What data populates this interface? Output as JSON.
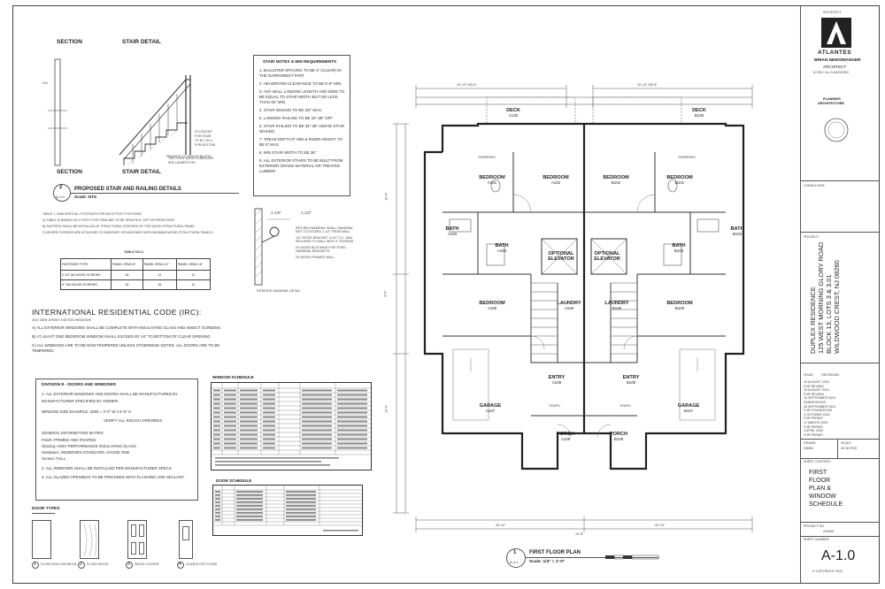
{
  "details": {
    "section_heading_top": "SECTION",
    "stair_heading_top": "STAIR DETAIL",
    "section_heading_bottom": "SECTION",
    "stair_heading_bottom": "STAIR DETAIL",
    "stair_notes_1": "2X LEDGER FOR STAIR TO BE 1/4 IN FOR OF STAIRS",
    "stair_notes_2": "TRE THICK WOOD STAIRCASE",
    "stair_notes_3": "PROVIDE 2X THRUST BLOCK",
    "detail_number": "2",
    "detail_sheet": "A-1.0",
    "detail_title": "PROPOSED STAIR AND RAILING DETAILS",
    "detail_scale": "Scale: NTS"
  },
  "stair_requirements": {
    "title": "STAIR NOTES & MIN REQUIREMENTS",
    "items": [
      "1. BALUSTER SPACING TO BE 4\" (CLEAR) IN THE NARROWEST PART",
      "2. HEADROOM CLEARANCE TO BE 6'-8\" MIN.",
      "3. ANY WALL LANDING LENGTH AND WIDE TO BE EQUAL TO STAIR WIDTH BUT NO LESS THAN 36\" MIN.",
      "4. STAIR NOSING TO BE 3/4\" MAX.",
      "5. LANDING RAILING TO BE 34\"-38\" OFF",
      "6. STAIR RAILING TO BE 34\"-38\" ABOVE STAIR NOSING",
      "7. TREAD DEPTH 9\" MIN & RISER HEIGHT TO BE 8\" MAX.",
      "8. MIN STAIR WIDTH TO BE 36\"",
      "9. ALL EXTERIOR STAIRS TO BE BUILT FROM EXTERIOR GRADE MATERIAL OR TREATED LUMBER"
    ]
  },
  "table_notes": {
    "lines": [
      "TABLE 1. INDICATES ALL FOOTINGS FOR DECK POST FOOTINGS",
      "A) TABLE IS BASED ON 4 FOOT POST SPACING TO BE SPACED 8' OFF ON FROM ROOF",
      "B) RAFTERS SHALL BE INSTALLED AT STRUCTURAL CENTERS OF THE WOOD STRUCTURAL PANEL",
      "C) WHERE SCREWS ARE ATTACHED TO MASONRY OR MASONRY WITH MINIMUM WOOD STRUCTURAL PANELS"
    ],
    "fastener_title": "TABLE 602.3",
    "fastener_header": [
      "FASTENER TYPE",
      "PANEL SPAN 8\"",
      "PANEL SPAN 12\"",
      "PANEL SPAN 16\""
    ],
    "fastener_rows": [
      [
        "2 1/2\" 8d WOOD SCREWS",
        "16",
        "12",
        "12"
      ],
      [
        "3\" 10d WOOD SCREWS",
        "16",
        "16",
        "12"
      ]
    ]
  },
  "handrail": {
    "dim_a": "1-1/2\"",
    "dim_b": "1-1/2\"",
    "notes": [
      "RETURN HANDRAIL SHALL HANDRAIL NOT TO EXCEED 1-1/2\" FROM WALL",
      "1/4\" WOOD BRACKET 4-1/2\" O.C. MAX SECURED TO WALL WITH 3\" SCREWS",
      "2X WOOD BLOCKING FOR STEEL HANDRAIL BRACKETS",
      "2X WOOD FRAMED WALL"
    ],
    "caption": "INTERIOR HANDRAIL DETAIL"
  },
  "irc": {
    "title": "INTERNATIONAL RESIDENTIAL CODE (IRC):",
    "subtitle": "2021 NEW JERSEY EDITION WINDOWS",
    "items": [
      "A) ALL EXTERIOR WINDOWS SHALL BE COMPLETE WITH INSULATING GLASS AND INSECT SCREENS.",
      "B) AT LEAST ONE BEDROOM WINDOW SHALL EXCEED BY 44\" TO BOTTOM OF CLEAR OPENING",
      "C) ALL WINDOWS ARE TO BE NON-TEMPERED UNLESS OTHERWISE NOTED. ALL DOORS ARE TO BE TEMPERED."
    ]
  },
  "divisions": {
    "title": "DIVISION 8 - DOORS AND WINDOWS",
    "lines": [
      "1. ALL EXTERIOR WINDOWS AND DOORS SHALL BE MANUFACTURED BY",
      "MANUFACTURER SPECIFIED BY OWNER.",
      "WINDOW SIZE EXAMPLE:   3050 = 3'-0\" W x 5'-0\" H",
      "VERIFY ALL ROUGH OPENINGS",
      "GENERAL INFORMATION MATRIX",
      "Finish: PRIMED AND PAINTED",
      "Glazing: HIGH PERFORMANCE INSULATING GLASS",
      "Hardware: ANDERSEN STANDARD, CHOSE ONE",
      "Screen: FULL",
      "2. ALL WINDOWS SHALL BE INSTALLED PER MANUFACTURER SPECS.",
      "3. ALL GLAZED OPENINGS TO BE PROVIDED WITH FLASHING AND SEALANT."
    ]
  },
  "window_schedule": {
    "title": "WINDOW SCHEDULE",
    "row_count": 18
  },
  "door_schedule": {
    "title": "DOOR SCHEDULE",
    "row_count": 12
  },
  "door_types": {
    "title": "DOOR TYPES",
    "labels": [
      "FLUSH HOLLOW METAL",
      "FLUSH WOOD",
      "WOOD LOUVER",
      "GLAZED EXIT DOOR"
    ],
    "numbers": [
      "1",
      "2",
      "3",
      "4"
    ]
  },
  "plan": {
    "dims": {
      "top_left": "15'-10\" DECK",
      "top_right": "15'-10\" DECK",
      "left_1": "12'-0\"",
      "left_2": "9'-0\"",
      "left_3": "12'-0\"",
      "bottom_1": "25'-10\"",
      "bottom_2": "25'-10\"",
      "bottom_3": "15'-8\""
    },
    "rooms": {
      "deck_a": {
        "name": "DECK",
        "id": "A130"
      },
      "deck_b": {
        "name": "DECK",
        "id": "B130"
      },
      "bedroom_a101": {
        "name": "BEDROOM",
        "id": "A101"
      },
      "bedroom_a102": {
        "name": "BEDROOM",
        "id": "A102"
      },
      "bedroom_b102": {
        "name": "BEDROOM",
        "id": "B102"
      },
      "bedroom_b101": {
        "name": "BEDROOM",
        "id": "B101"
      },
      "bath_a103": {
        "name": "BATH",
        "id": "A103"
      },
      "bath_a104": {
        "name": "BATH",
        "id": "A104"
      },
      "bath_b104": {
        "name": "BATH",
        "id": "B104"
      },
      "bath_b103": {
        "name": "BATH",
        "id": "B103"
      },
      "elev_a": {
        "name": "OPTIONAL ELEVATOR",
        "id": ""
      },
      "elev_b": {
        "name": "OPTIONAL ELEVATOR",
        "id": ""
      },
      "bedroom_a105": {
        "name": "BEDROOM",
        "id": "A105"
      },
      "bedroom_b105": {
        "name": "BEDROOM",
        "id": "B105"
      },
      "laundry_a": {
        "name": "LAUNDRY",
        "id": "A106"
      },
      "laundry_b": {
        "name": "LAUNDRY",
        "id": "B106"
      },
      "entry_a": {
        "name": "ENTRY",
        "id": "A108"
      },
      "entry_b": {
        "name": "ENTRY",
        "id": "B108"
      },
      "garage_a": {
        "name": "GARAGE",
        "id": "A107"
      },
      "garage_b": {
        "name": "GARAGE",
        "id": "B107"
      },
      "porch_a": {
        "name": "PORCH",
        "id": "A109"
      },
      "porch_b": {
        "name": "PORCH",
        "id": "B109"
      }
    },
    "tempered_labels": [
      "TEMPERED",
      "TEMPERED",
      "TEMPO",
      "TEMPO"
    ],
    "title_number": "1",
    "title_sheet": "A-1.1",
    "title": "FIRST FLOOR PLAN",
    "scale": "Scale:  1/4\" = 1'-0\""
  },
  "title_block": {
    "architect_label": "ARCHITECT",
    "firm": "ATLANTES",
    "architect_name": "BRIAN NEWSWANGER",
    "architect_role": "ARCHITECT",
    "license": "NJ REG. No. 21AI01932000",
    "planning": "PLANNING",
    "architecture": "ARCHITECTURE",
    "consultant_label": "CONSULTANT:",
    "project_label": "PROJECT:",
    "project_lines": [
      "DUPLEX RESIDENCE",
      "125 WEST MORNING GLORY ROAD",
      "BLOCK 13, LOTS 3 & 3.01",
      "WILDWOOD CREST, NJ 08260"
    ],
    "issue_label": "ISSUE:",
    "issues": [
      "REVISIONS:",
      "15 AUGUST 2024",
      "FOR REVIEW",
      "25 AUGUST 2024",
      "FOR REVIEW",
      "16 SEPTEMBER 2024",
      "SUBMISSIONS",
      "26 SEPTEMBER 2024",
      "FOR FOUNDATION",
      "3 OCTOBER 2024",
      "FOR PERMIT",
      "17 MARCH 2025",
      "FOR PERMIT",
      "2 APRIL 2025",
      "FOR PERMIT"
    ],
    "drawn_label": "DRAWN",
    "drawn_value": "DB/BN",
    "scale_label": "SCALE",
    "scale_value": "AS NOTED",
    "sheet_content_label": "SHEET CONTENT:",
    "sheet_content": [
      "FIRST",
      "FLOOR",
      "PLAN &",
      "WINDOW",
      "SCHEDULE"
    ],
    "project_no_label": "PROJECT NO.",
    "project_no": "240055",
    "sheet_number_label": "SHEET NUMBER:",
    "sheet_number": "A-1.0",
    "copyright": "© COPYRIGHT 2024"
  }
}
